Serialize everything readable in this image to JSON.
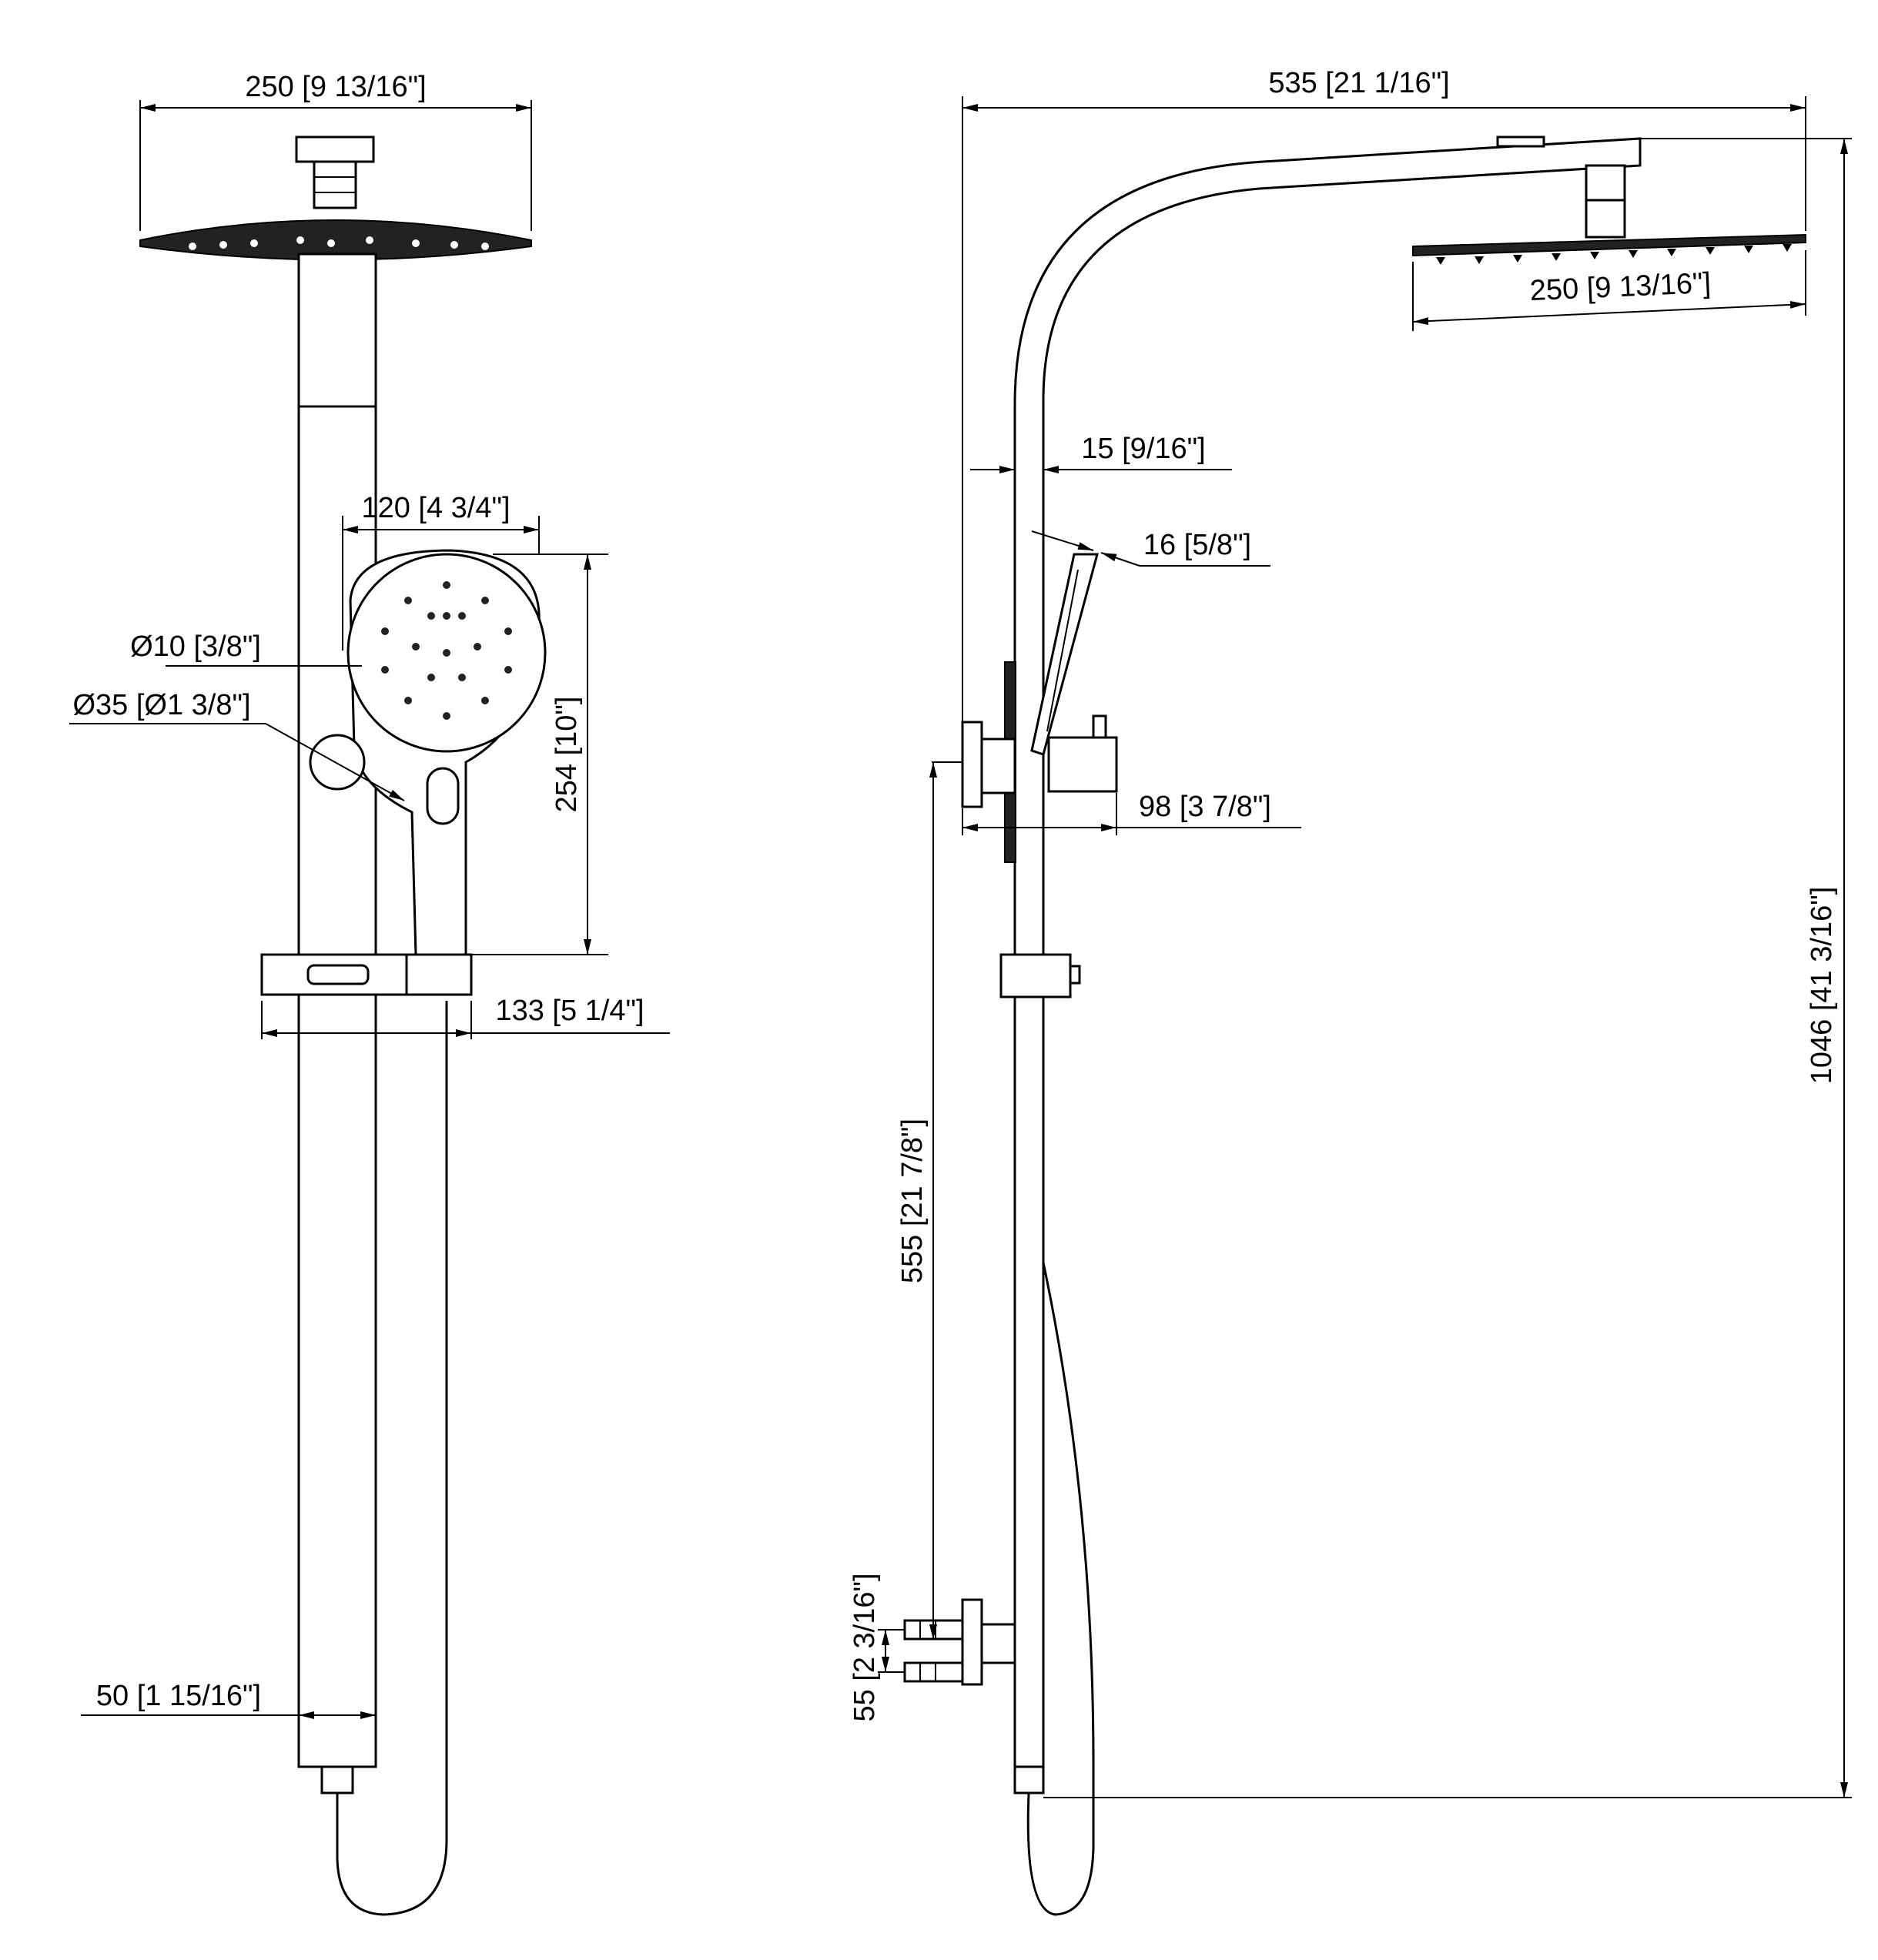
{
  "front_view": {
    "rain_head_width": "250 [9 13/16\"]",
    "hand_shower_width": "120 [4 3/4\"]",
    "hose_inner_diameter": "Ø10 [3/8\"]",
    "rail_diameter": "Ø35 [Ø1 3/8\"]",
    "hand_shower_length": "254 [10\"]",
    "shelf_width": "133 [5 1/4\"]",
    "rail_width": "50 [1 15/16\"]"
  },
  "side_view": {
    "overall_projection": "535 [21 1/16\"]",
    "rain_head_width": "250 [9 13/16\"]",
    "arm_thickness": "15 [9/16\"]",
    "hand_shower_thickness": "16 [5/8\"]",
    "bracket_projection": "98 [3 7/8\"]",
    "overall_height": "1046 [41 3/16\"]",
    "bracket_height": "555 [21 7/8\"]",
    "inlet_centers": "55 [2 3/16\"]"
  },
  "colors": {
    "line": "#000000",
    "background": "#ffffff",
    "fill_dark": "#222222"
  }
}
